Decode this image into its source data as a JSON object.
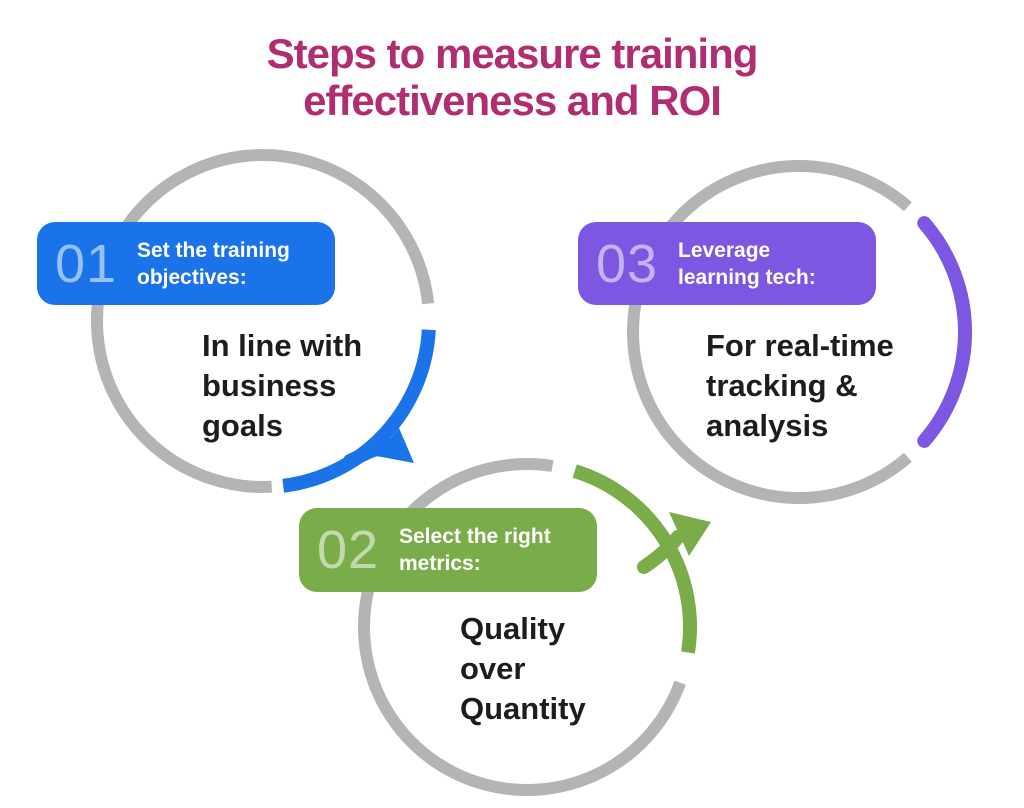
{
  "title": {
    "line1": "Steps to measure training",
    "line2": "effectiveness and ROI"
  },
  "steps": [
    {
      "number": "01",
      "label_line1": "Set the training",
      "label_line2": "objectives:",
      "desc_line1": "In line with",
      "desc_line2": "business",
      "desc_line3": "goals",
      "color": "#1a73e8"
    },
    {
      "number": "02",
      "label_line1": "Select the right",
      "label_line2": "metrics:",
      "desc_line1": "Quality",
      "desc_line2": "over",
      "desc_line3": "Quantity",
      "color": "#7aac4a"
    },
    {
      "number": "03",
      "label_line1": "Leverage",
      "label_line2": "learning tech:",
      "desc_line1": "For real-time",
      "desc_line2": "tracking &",
      "desc_line3": "analysis",
      "color": "#7d57e2"
    }
  ],
  "colors": {
    "title_text": "#b02d72",
    "circle_track_gray": "#b4b4b4",
    "step1_blue": "#1a73e8",
    "step2_green": "#7aac4a",
    "step3_purple": "#7d57e2",
    "body_text": "#1d1d1d"
  }
}
